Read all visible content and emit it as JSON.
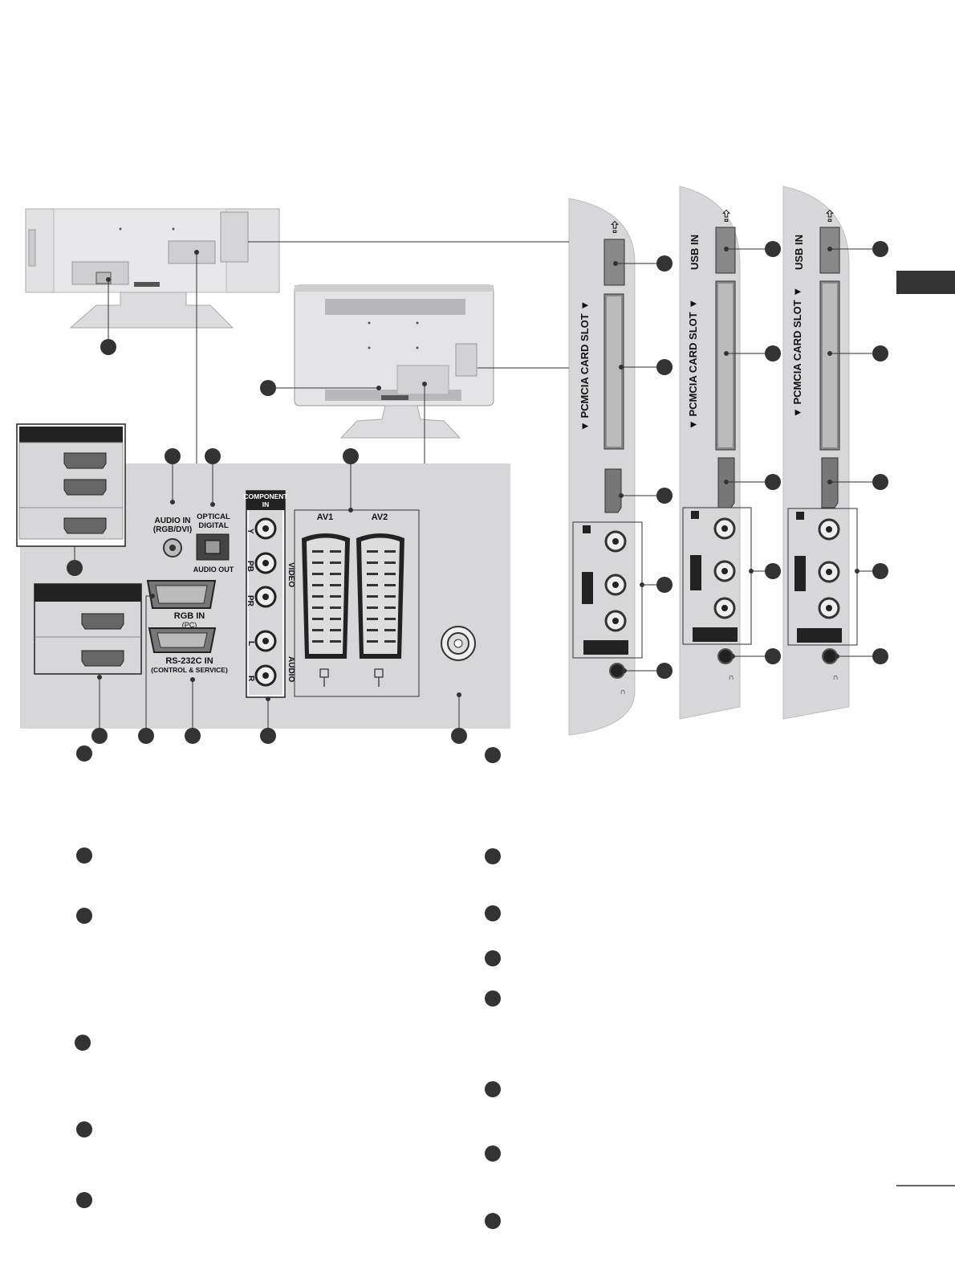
{
  "labels": {
    "audio_in": "AUDIO IN",
    "audio_in_sub": "(RGB/DVI)",
    "optical": "OPTICAL",
    "digital": "DIGITAL",
    "audio_out": "AUDIO OUT",
    "component": "COMPONENT",
    "component_in": "IN",
    "y": "Y",
    "pb": "PB",
    "pr": "PR",
    "l": "L",
    "r": "R",
    "video": "VIDEO",
    "audio": "AUDIO",
    "av1": "AV1",
    "av2": "AV2",
    "rgb_in": "RGB IN",
    "rgb_in_sub": "(PC)",
    "rs232": "RS-232C IN",
    "rs232_sub": "(CONTROL & SERVICE)",
    "pcmcia_1": "▼ PCMCIA CARD SLOT ▼",
    "pcmcia_2": "▼ PCMCIA CARD SLOT ▼",
    "pcmcia_3": "▼ PCMCIA CARD SLOT ▼",
    "usb_in_2": "USB IN",
    "usb_in_3": "USB IN",
    "headphone_1": "∩",
    "headphone_2": "∩",
    "headphone_3": "∩"
  },
  "icons": {
    "usb": "usb-icon",
    "headphone": "headphone-icon",
    "antenna": "antenna-socket-icon",
    "callout": "callout-dot"
  },
  "colors": {
    "panel": "#d7d7d9",
    "tv_body": "#e2e2e4",
    "dark": "#222222",
    "callout": "#333333",
    "chapter_tab": "#333333"
  }
}
